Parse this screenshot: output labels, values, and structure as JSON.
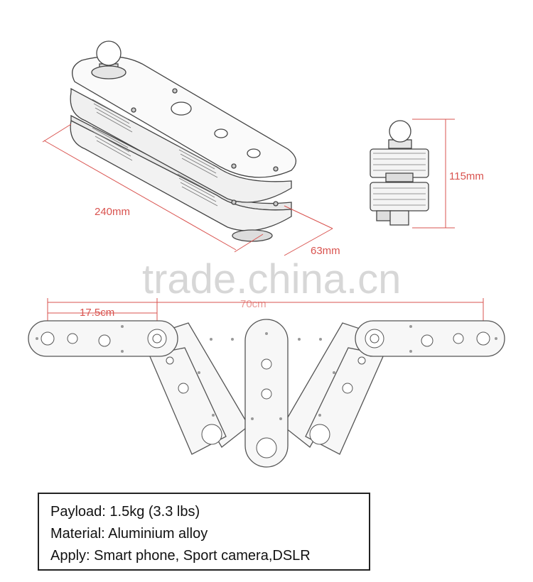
{
  "dimensions": {
    "length": "240mm",
    "width": "63mm",
    "height": "115mm",
    "spacing": "17.5cm",
    "span": "70cm"
  },
  "watermark": "trade.china.cn",
  "specs": [
    "Payload: 1.5kg (3.3 lbs)",
    "Material: Aluminium alloy",
    "Apply: Smart phone, Sport camera,DSLR"
  ],
  "colors": {
    "dimension": "#d9534f",
    "line": "#444444",
    "fill": "#f4f4f4"
  }
}
